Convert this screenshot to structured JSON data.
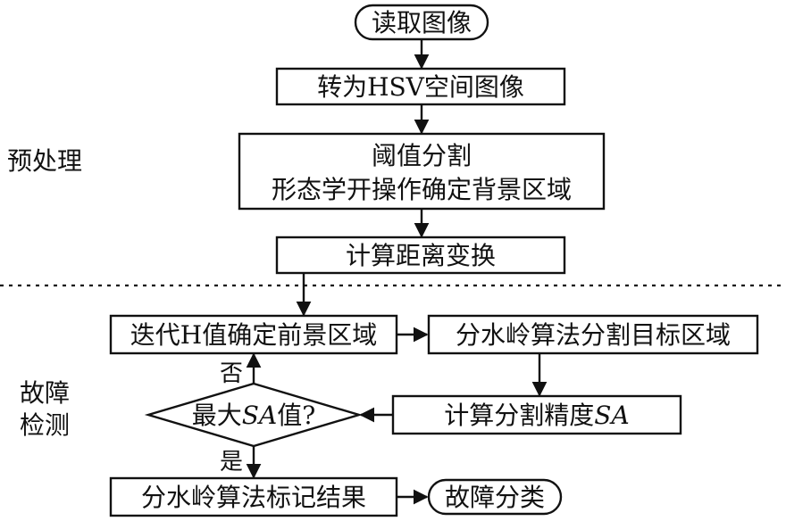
{
  "sections": {
    "preprocess": "预处理",
    "fault_line1": "故障",
    "fault_line2": "检测"
  },
  "nodes": {
    "read_image": "读取图像",
    "to_hsv": "转为HSV空间图像",
    "threshold_line1": "阈值分割",
    "threshold_line2": "形态学开操作确定背景区域",
    "distance_transform": "计算距离变换",
    "iterate_h": "迭代H值确定前景区域",
    "watershed_segment": "分水岭算法分割目标区域",
    "compute_sa_prefix": "计算分割精度",
    "compute_sa_var": "SA",
    "max_sa_prefix": "最大",
    "max_sa_var": "SA",
    "max_sa_suffix": "值?",
    "watershed_mark": "分水岭算法标记结果",
    "fault_classify": "故障分类"
  },
  "edges": {
    "no_label": "否",
    "yes_label": "是"
  }
}
